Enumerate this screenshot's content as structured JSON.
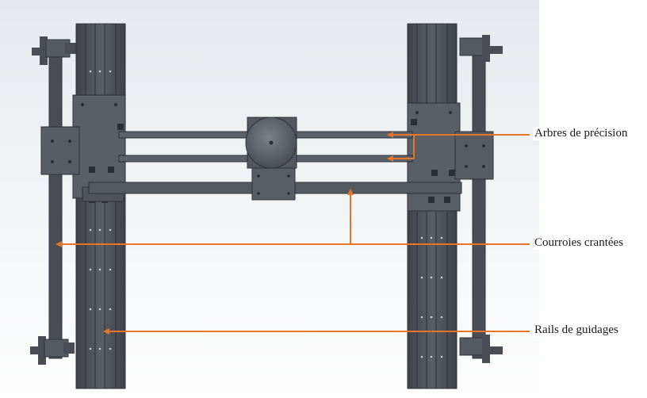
{
  "labels": {
    "shafts": "Arbres de précision",
    "belts": "Courroies crantées",
    "rails": "Rails de guidages"
  },
  "colors": {
    "background_top": "#e9edf1",
    "background_bottom": "#ffffff",
    "metal_dark": "#4b4f55",
    "metal_mid": "#5d6168",
    "metal_light": "#7a7f86",
    "leader_line": "#e8742a"
  },
  "icons": [
    "hand-knob-icon",
    "bolt-hole-icon"
  ]
}
